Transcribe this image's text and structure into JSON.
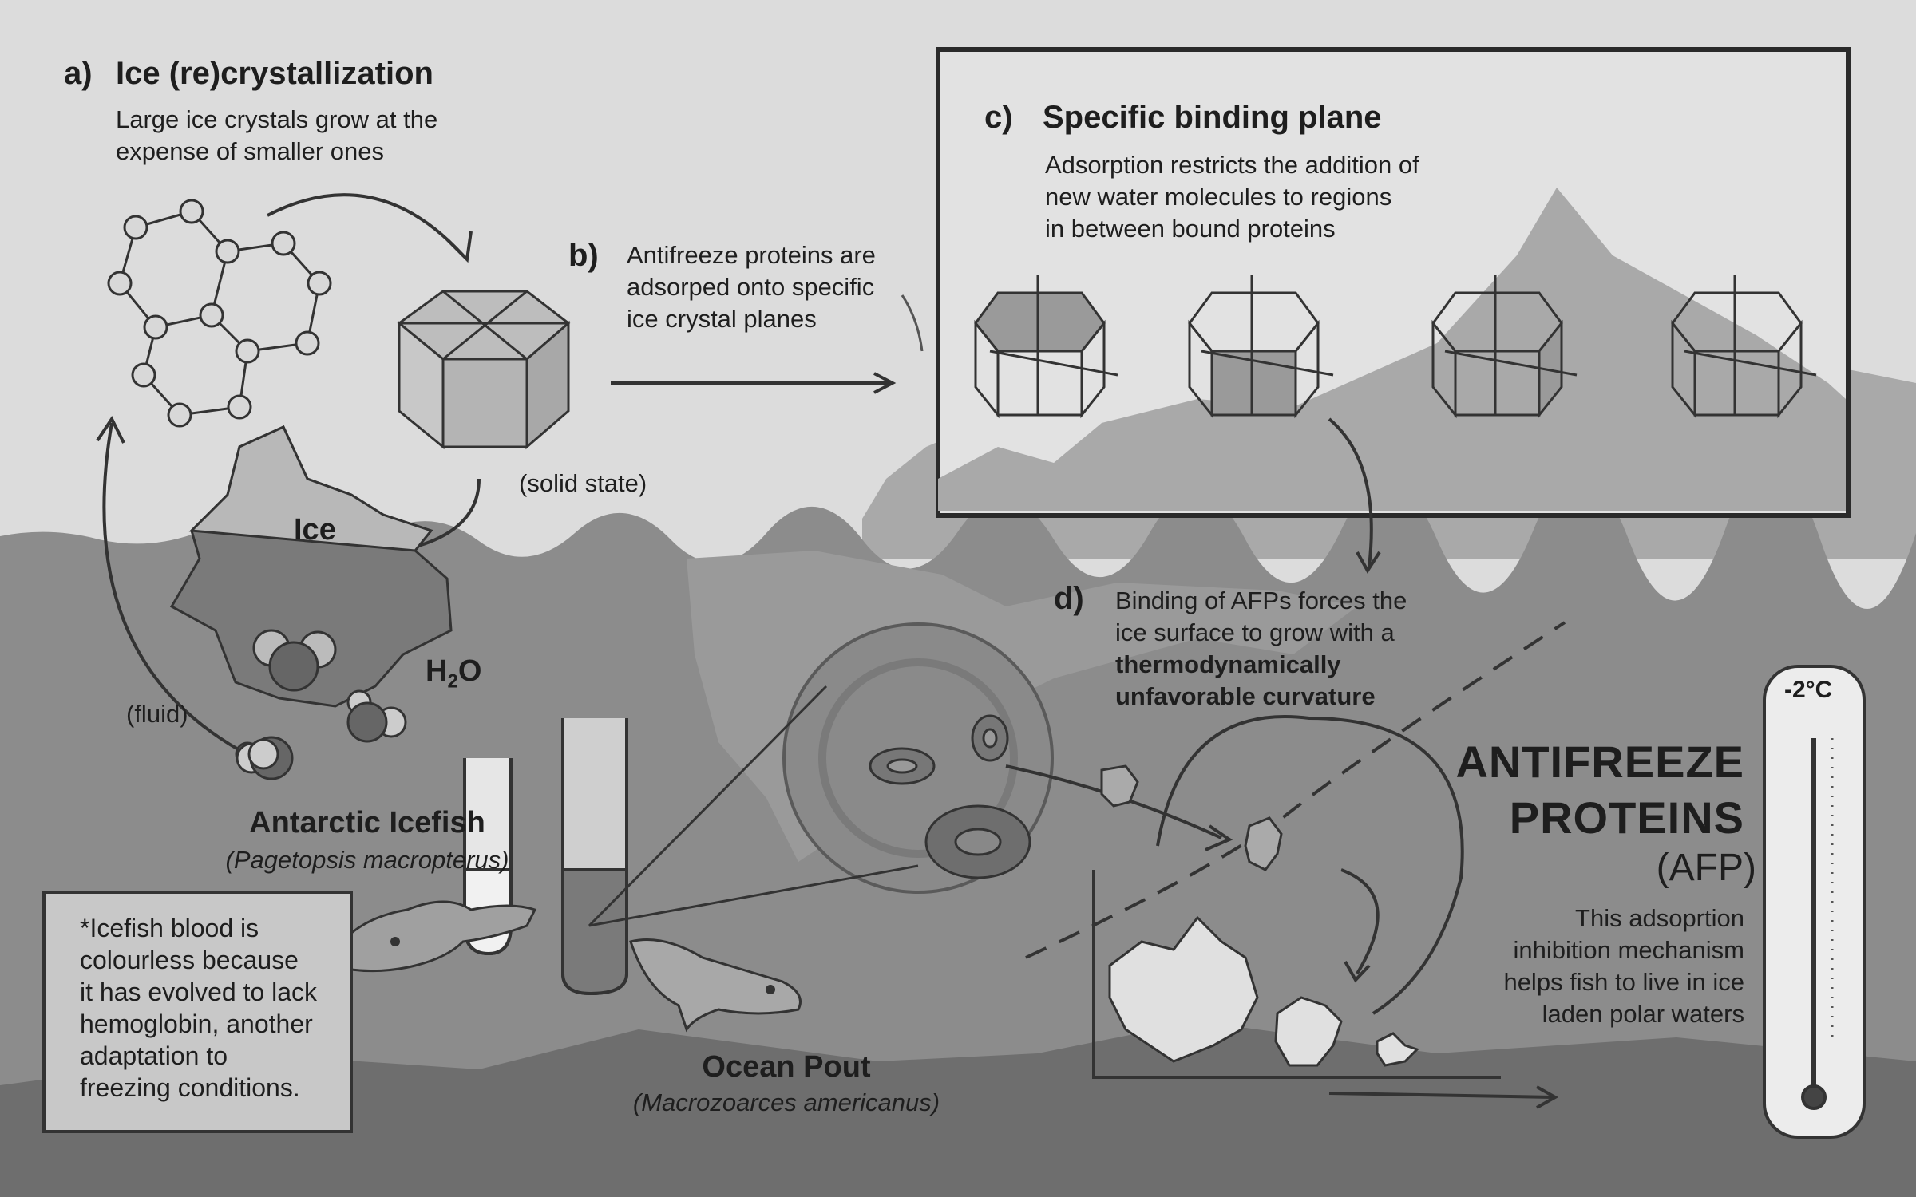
{
  "panel_a": {
    "letter": "a)",
    "title": "Ice (re)crystallization",
    "desc_line1": "Large ice crystals grow at the",
    "desc_line2": "expense of smaller ones",
    "solid_label": "(solid state)",
    "fluid_label": "(fluid)",
    "ice_label": "Ice",
    "water_label": "H",
    "water_sub": "2",
    "water_label_end": "O"
  },
  "panel_b": {
    "letter": "b)",
    "desc_line1": "Antifreeze proteins are",
    "desc_line2": "adsorped onto specific",
    "desc_line3": "ice crystal planes"
  },
  "panel_c": {
    "letter": "c)",
    "title": "Specific binding plane",
    "desc_line1": "Adsorption restricts the addition of",
    "desc_line2": "new water molecules to regions",
    "desc_line3": "in between bound proteins"
  },
  "panel_d": {
    "letter": "d)",
    "desc_line1": "Binding of AFPs forces the",
    "desc_line2": "ice surface to grow with a",
    "desc_bold1": "thermodynamically",
    "desc_bold2": "unfavorable curvature"
  },
  "icefish": {
    "name": "Antarctic Icefish",
    "latin": "(Pagetopsis macropterus)",
    "note_lines": [
      "*Icefish blood is",
      "colourless because",
      "it has evolved to lack",
      "hemoglobin, another",
      "adaptation to",
      "freezing conditions."
    ]
  },
  "pout": {
    "name": "Ocean Pout",
    "latin": "(Macrozoarces americanus)"
  },
  "afp": {
    "title_line1": "ANTIFREEZE",
    "title_line2": "PROTEINS",
    "abbrev": "(AFP)",
    "desc_lines": [
      "This adsoprtion",
      "inhibition mechanism",
      "helps fish to live in ice",
      "laden polar waters"
    ]
  },
  "thermometer": {
    "reading": "-2°C"
  },
  "icons": [
    "ice-lattice-icon",
    "ice-crystal-icon",
    "iceberg-icon",
    "water-molecule-icon",
    "test-tube-icon",
    "fish-icon",
    "magnifier-icon",
    "thermometer-icon"
  ],
  "colors": {
    "sky": "#dcdcdc",
    "water": "#8a8a8a",
    "deep_water": "#767676",
    "ink": "#1e1e1e"
  }
}
